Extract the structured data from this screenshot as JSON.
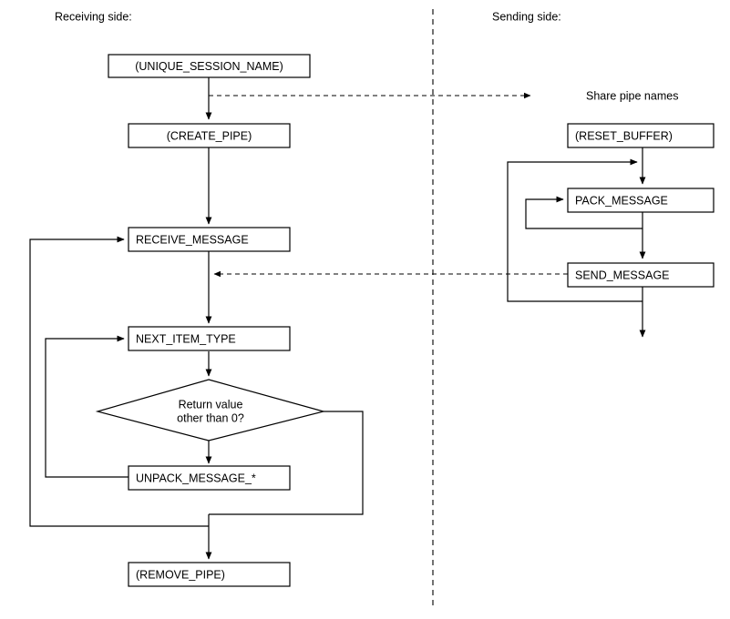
{
  "diagram": {
    "title_labels": {
      "receiving_side": "Receiving side:",
      "sending_side": "Sending side:",
      "share_pipe_names": "Share pipe names"
    },
    "colors": {
      "stroke": "#000000",
      "fill": "#ffffff",
      "background": "#ffffff"
    },
    "receiving_nodes": [
      {
        "id": "unique-session-name",
        "label": "(UNIQUE_SESSION_NAME)",
        "shape": "process",
        "align": "center"
      },
      {
        "id": "create-pipe",
        "label": "(CREATE_PIPE)",
        "shape": "process",
        "align": "center"
      },
      {
        "id": "receive-message",
        "label": "RECEIVE_MESSAGE",
        "shape": "process",
        "align": "left"
      },
      {
        "id": "next-item-type",
        "label": "NEXT_ITEM_TYPE",
        "shape": "process",
        "align": "left"
      },
      {
        "id": "return-value-decision",
        "label": "Return value",
        "label2": "other than 0?",
        "shape": "decision",
        "align": "center"
      },
      {
        "id": "unpack-message",
        "label": "UNPACK_MESSAGE_*",
        "shape": "process",
        "align": "left"
      },
      {
        "id": "remove-pipe",
        "label": "(REMOVE_PIPE)",
        "shape": "process",
        "align": "left"
      }
    ],
    "sending_nodes": [
      {
        "id": "reset-buffer",
        "label": "(RESET_BUFFER)",
        "shape": "process",
        "align": "left"
      },
      {
        "id": "pack-message",
        "label": "PACK_MESSAGE",
        "shape": "process",
        "align": "left"
      },
      {
        "id": "send-message",
        "label": "SEND_MESSAGE",
        "shape": "process",
        "align": "left"
      }
    ]
  }
}
